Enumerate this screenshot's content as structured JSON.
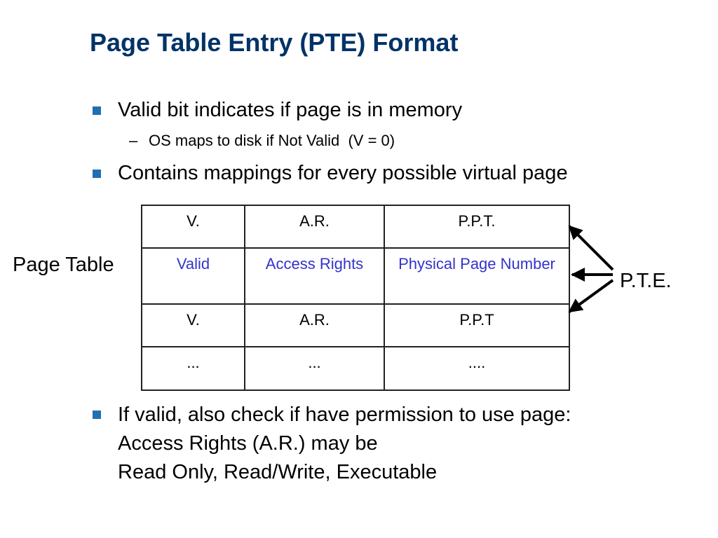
{
  "slide": {
    "title": "Page Table Entry (PTE) Format",
    "bullets": [
      "Valid bit indicates if page is in memory",
      "Contains mappings for every possible virtual page"
    ],
    "sub_bullets": [
      "OS maps to disk if Not Valid  (V = 0)"
    ],
    "dash": "–",
    "final_bullet_lines": [
      "If valid, also check if have permission to use page:",
      "Access Rights (A.R.) may be",
      "Read Only, Read/Write, Executable"
    ]
  },
  "table": {
    "rows": [
      [
        "V.",
        "A.R.",
        "P.P.T."
      ],
      [
        "Valid",
        "Access Rights",
        "Physical Page Number"
      ],
      [
        "V.",
        "A.R.",
        "P.P.T"
      ],
      [
        "...",
        "...",
        "...."
      ]
    ],
    "highlight_color": "#3333cc"
  },
  "labels": {
    "page_table": "Page Table",
    "pte": "P.T.E."
  },
  "colors": {
    "title": "#003366",
    "bullet": "#1f6fb2"
  }
}
